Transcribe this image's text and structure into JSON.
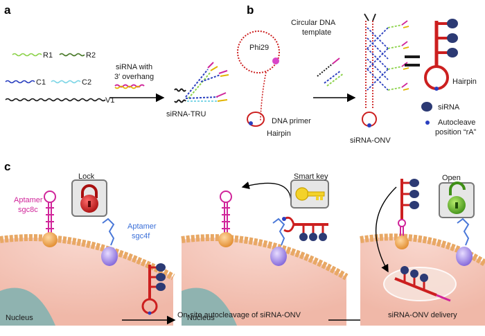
{
  "panels": {
    "a": "a",
    "b": "b",
    "c": "c"
  },
  "panel_a": {
    "legend": [
      {
        "label": "R1",
        "color": "#8cd24a"
      },
      {
        "label": "R2",
        "color": "#4a7a2a"
      },
      {
        "label": "C1",
        "color": "#2a3fbf"
      },
      {
        "label": "C2",
        "color": "#7fd6e6"
      },
      {
        "label": "V1",
        "color": "#1a1a1a"
      }
    ],
    "arrow_label_line1": "siRNA with",
    "arrow_label_line2": "3′ overhang",
    "product": "siRNA-TRU"
  },
  "panel_b": {
    "template_line1": "Circular DNA",
    "template_line2": "template",
    "polymerase": "Phi29",
    "primer": "DNA primer",
    "hairpin": "Hairpin",
    "product": "siRNA-ONV",
    "equals": "=",
    "legend_hairpin": "Hairpin",
    "legend_sirna": "siRNA",
    "legend_auto_line1": "Autocleave",
    "legend_auto_line2": "position “rA”"
  },
  "panel_c": {
    "lock": "Lock",
    "smart_key": "Smart key",
    "open": "Open",
    "aptamer1_line1": "Aptamer",
    "aptamer1_line2": "sgc8c",
    "aptamer2_line1": "Aptamer",
    "aptamer2_line2": "sgc4f",
    "nucleus": "Nucleus",
    "step1": "On-site autocleavage of siRNA-ONV",
    "step2": "siRNA-ONV delivery"
  },
  "colors": {
    "red": "#cc1f1f",
    "navy": "#2c3a74",
    "magenta": "#d0259a",
    "blue": "#4a78d8",
    "membrane": "#e9b57c",
    "cell": "#f4c7bb"
  }
}
